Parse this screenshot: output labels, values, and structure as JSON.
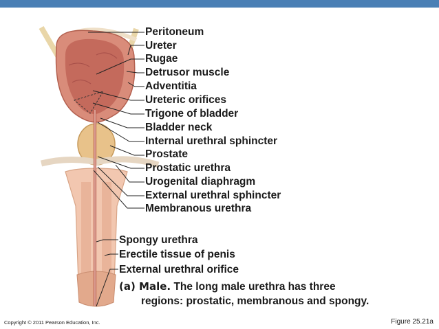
{
  "colors": {
    "top_bar": "#4a7fb5",
    "bladder_wall": "#d98c7a",
    "bladder_lumen": "#c46a5c",
    "prostate": "#e8c28a",
    "penis_tissue": "#f2c7b0",
    "leader_line": "#222222"
  },
  "labels": [
    "Peritoneum",
    "Ureter",
    "Rugae",
    "Detrusor muscle",
    "Adventitia",
    "Ureteric orifices",
    "Trigone of bladder",
    "Bladder neck",
    "Internal urethral sphincter",
    "Prostate",
    "Prostatic urethra",
    "Urogenital diaphragm",
    "External urethral sphincter",
    "Membranous urethra"
  ],
  "lower_labels": [
    "Spongy urethra",
    "Erectile tissue of penis",
    "External urethral orifice"
  ],
  "caption": {
    "lead": "(a) Male.",
    "line1": "The long male urethra has three",
    "line2": "regions: prostatic, membranous and spongy."
  },
  "footer": {
    "copyright": "Copyright © 2011 Pearson Education, Inc.",
    "figure": "Figure 25.21a"
  }
}
